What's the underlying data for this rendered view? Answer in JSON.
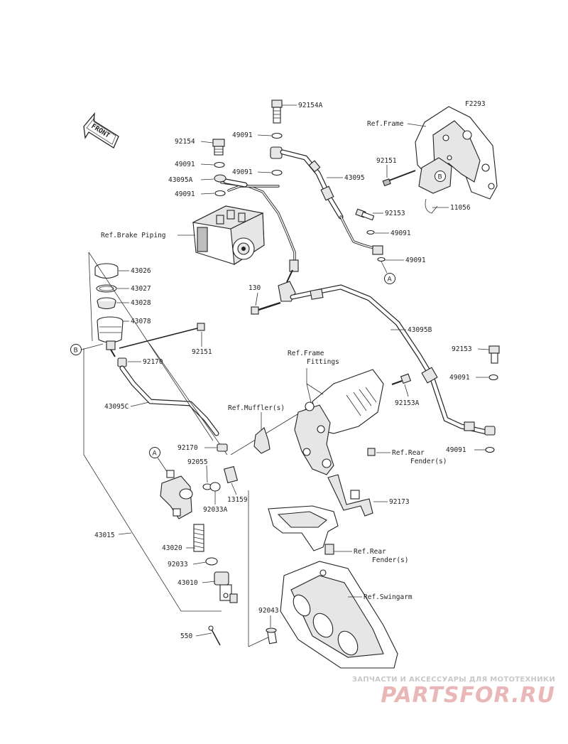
{
  "diagram_code": "F2293",
  "front_label": "FRONT",
  "labels": {
    "p92154A": "92154A",
    "p92154": "92154",
    "p49091_a": "49091",
    "p49091_b": "49091",
    "p43095A": "43095A",
    "p49091_c": "49091",
    "p49091_d": "49091",
    "p43095": "43095",
    "p92151_top": "92151",
    "p11056": "11056",
    "p92153_top": "92153",
    "p49091_e": "49091",
    "p49091_f": "49091",
    "p43026": "43026",
    "p43027": "43027",
    "p43028": "43028",
    "p43078": "43078",
    "p92151_mid": "92151",
    "p92170_a": "92170",
    "p43095C": "43095C",
    "p130": "130",
    "p43095B": "43095B",
    "p92153_right": "92153",
    "p49091_g": "49091",
    "p92153A": "92153A",
    "p49091_h": "49091",
    "p92170_b": "92170",
    "p92055": "92055",
    "p92033A": "92033A",
    "p13159": "13159",
    "p92173": "92173",
    "p43015": "43015",
    "p43020": "43020",
    "p92033": "92033",
    "p43010": "43010",
    "p92043": "92043",
    "p550": "550"
  },
  "refs": {
    "frame": "Ref.Frame",
    "brake_piping": "Ref.Brake Piping",
    "frame_fittings_1": "Ref.Frame",
    "frame_fittings_2": "Fittings",
    "muffler": "Ref.Muffler(s)",
    "rear_fender_1a": "Ref.Rear",
    "rear_fender_1b": "Fender(s)",
    "rear_fender_2a": "Ref.Rear",
    "rear_fender_2b": "Fender(s)",
    "swingarm": "Ref.Swingarm"
  },
  "ref_markers": {
    "a": "A",
    "b": "B"
  },
  "watermark": {
    "tagline": "ЗАПЧАСТИ И АКСЕССУАРЫ ДЛЯ МОТОТЕХНИКИ",
    "logo": "PARTSFOR.RU"
  }
}
